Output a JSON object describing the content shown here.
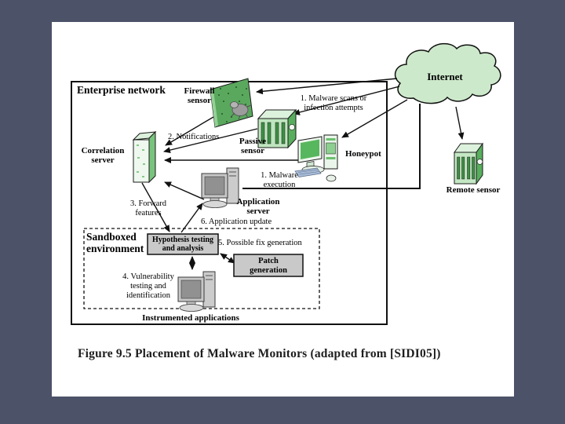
{
  "colors": {
    "page_background": "#4c5268",
    "slide_background": "#ffffff",
    "node_green_light": "#cdeccd",
    "node_green_mid": "#79c47d",
    "node_green_dark": "#58ae5d",
    "board_green": "#5aa85e",
    "process_box_gray": "#c9c9c9",
    "line_black": "#111111"
  },
  "figure": {
    "caption": "Figure 9.5 Placement of Malware Monitors (adapted from [SIDI05])"
  },
  "diagram": {
    "regions": {
      "enterprise_network": "Enterprise network",
      "sandboxed_environment": "Sandboxed environment",
      "internet": "Internet"
    },
    "nodes": {
      "firewall_sensor": "Firewall sensor",
      "correlation_server": "Correlation server",
      "passive_sensor": "Passive sensor",
      "honeypot": "Honeypot",
      "application_server": "Application server",
      "remote_sensor": "Remote sensor",
      "hypothesis_testing": "Hypothesis testing and analysis",
      "patch_generation": "Patch generation",
      "instrumented_applications": "Instrumented applications"
    },
    "flows": {
      "malware_scans": "1. Malware scans or infection attempts",
      "malware_execution": "1. Malware execution",
      "notifications": "2. Notifications",
      "forward_features": "3. Forward features",
      "vulnerability_testing": "4. Vulnerability testing and identification",
      "possible_fix_generation": "5. Possible fix generation",
      "application_update": "6. Application update"
    },
    "icons": [
      "internet-cloud-icon",
      "firewall-board-icon",
      "bug-icon",
      "correlation-server-tower-icon",
      "passive-sensor-box-icon",
      "honeypot-computer-icon",
      "application-server-computer-icon",
      "remote-sensor-box-icon",
      "instrumented-computer-icon"
    ]
  }
}
